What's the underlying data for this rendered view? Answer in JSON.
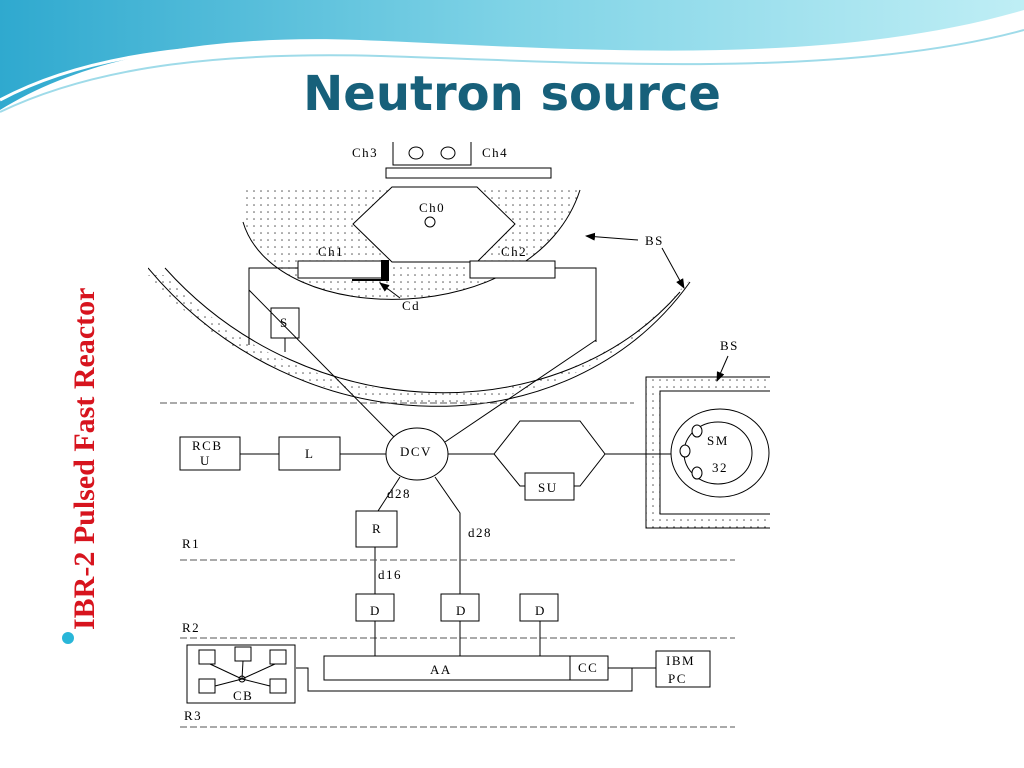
{
  "slide": {
    "title": "Neutron source",
    "side_title": "IBR-2 Pulsed Fast Reactor"
  },
  "colors": {
    "title": "#17607a",
    "side_title": "#d7141e",
    "bullet": "#29b6d8",
    "wave": "#5cc8e0"
  },
  "diagram": {
    "labels": {
      "ch3": "Ch3",
      "ch4": "Ch4",
      "ch0": "Ch0",
      "ch1": "Ch1",
      "ch2": "Ch2",
      "bs_top": "BS",
      "cd": "Cd",
      "s": "S",
      "bs_right": "BS",
      "rcbu_line1": "RCB",
      "rcbu_line2": "U",
      "l": "L",
      "dcv": "DCV",
      "su": "SU",
      "sm": "SM",
      "sm_num": "32",
      "d28_left": "d28",
      "r": "R",
      "d28_right": "d28",
      "r1": "R1",
      "d16": "d16",
      "d1": "D",
      "d2": "D",
      "d3": "D",
      "r2": "R2",
      "aa": "AA",
      "cc": "CC",
      "ibm_line1": "IBM",
      "ibm_line2": "PC",
      "cb": "CB",
      "r3": "R3"
    }
  }
}
